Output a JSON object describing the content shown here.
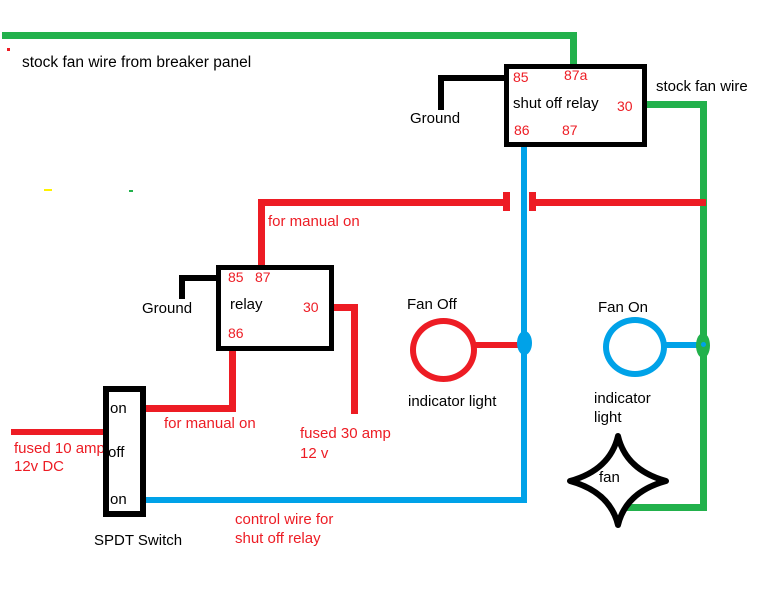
{
  "colors": {
    "green": "#22B14C",
    "red": "#ED1C24",
    "blue": "#00A2E8",
    "black": "#000000"
  },
  "top": {
    "breaker_wire_label": "stock fan wire from breaker panel",
    "stock_fan_wire_label": "stock fan wire"
  },
  "shut_off_relay": {
    "title": "shut off relay",
    "t85": "85",
    "t87a": "87a",
    "t30": "30",
    "t86": "86",
    "t87": "87",
    "ground_label": "Ground"
  },
  "relay": {
    "title": "relay",
    "t85": "85",
    "t87": "87",
    "t30": "30",
    "t86": "86",
    "ground_label": "Ground"
  },
  "wire_labels": {
    "manual_on_top": "for manual on",
    "manual_on_bottom": "for manual on",
    "fused30_line1": "fused 30 amp",
    "fused30_line2": "12 v",
    "fused10_line1": "fused 10 amp",
    "fused10_line2": "12v DC",
    "control_line1": "control wire for",
    "control_line2": "shut off relay"
  },
  "switch": {
    "pos_top": "on",
    "pos_middle": "off",
    "pos_bottom": "on",
    "label": "SPDT Switch"
  },
  "indicators": {
    "fan_off_title": "Fan Off",
    "fan_off_caption": "indicator light",
    "fan_on_title": "Fan On",
    "fan_on_caption_line1": "indicator",
    "fan_on_caption_line2": "light"
  },
  "fan": {
    "label": "fan"
  }
}
